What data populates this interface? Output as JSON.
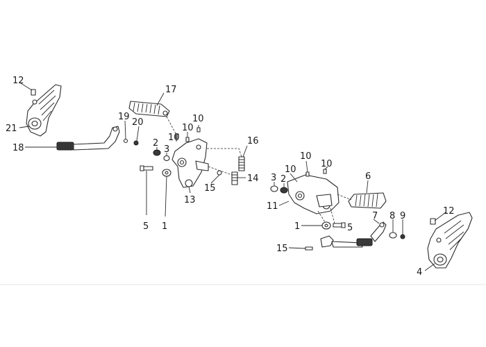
{
  "callouts": {
    "c12_left": "12",
    "c21": "21",
    "c18": "18",
    "c17": "17",
    "c19": "19",
    "c20": "20",
    "c10_a": "10",
    "c10_b": "10",
    "c10_c": "10",
    "c2_left": "2",
    "c3_left": "3",
    "c16": "16",
    "c14": "14",
    "c15_left": "15",
    "c13": "13",
    "c5_left": "5",
    "c1_left": "1",
    "c10_d": "10",
    "c10_e": "10",
    "c10_f": "10",
    "c3_right": "3",
    "c2_right": "2",
    "c6": "6",
    "c11": "11",
    "c1_right": "1",
    "c5_right": "5",
    "c7": "7",
    "c8": "8",
    "c9": "9",
    "c12_right": "12",
    "c15_right": "15",
    "c4": "4"
  }
}
